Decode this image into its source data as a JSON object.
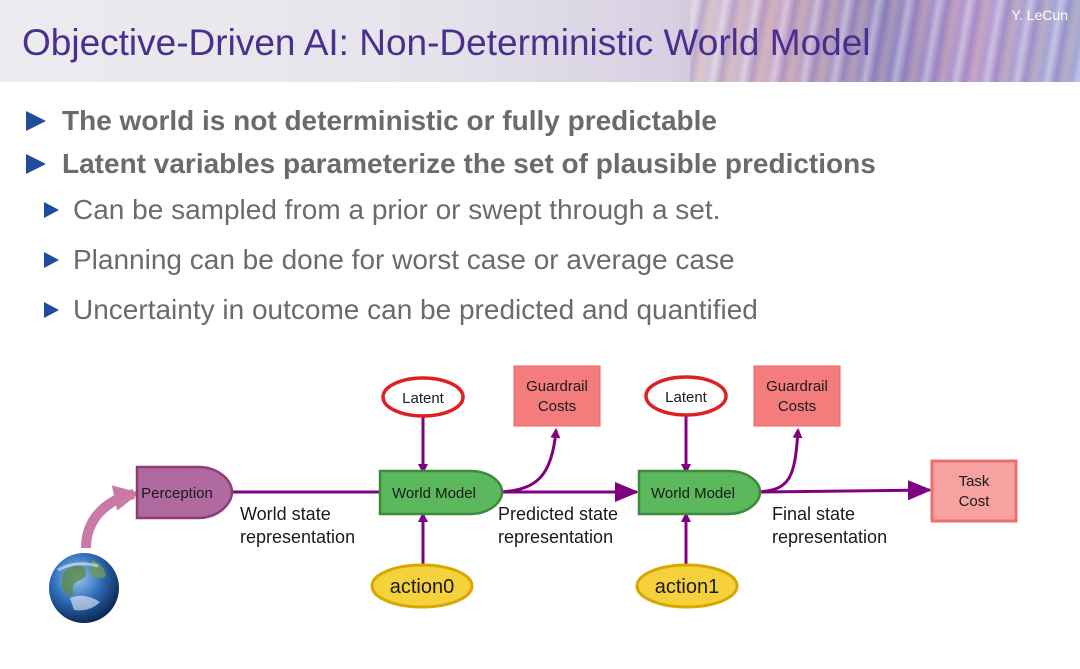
{
  "header": {
    "title": "Objective-Driven AI: Non-Deterministic World Model",
    "author": "Y. LeCun"
  },
  "bullets": [
    "The world is not deterministic or fully predictable",
    "Latent variables parameterize the set of plausible predictions"
  ],
  "sub_bullets": [
    "Can be sampled from a prior or swept through a set.",
    "Planning can be done for worst case or average case",
    "Uncertainty in outcome can be predicted and quantified"
  ],
  "diagram": {
    "perception": "Perception",
    "world_model_1": "World Model",
    "world_model_2": "World Model",
    "latent_1": "Latent",
    "latent_2": "Latent",
    "action_1": "action0",
    "action_2": "action1",
    "guardrail_1": [
      "Guardrail",
      "Costs"
    ],
    "guardrail_2": [
      "Guardrail",
      "Costs"
    ],
    "task_cost": [
      "Task",
      "Cost"
    ],
    "edge_labels": {
      "world_state": [
        "World state",
        "representation"
      ],
      "predicted_state": [
        "Predicted state",
        "representation"
      ],
      "final_state": [
        "Final state",
        "representation"
      ]
    },
    "colors": {
      "arrow": "#800080",
      "world_model": "#5cb85c",
      "perception": "#b06aa0",
      "latent_border": "#e02020",
      "action_fill": "#f5d23c",
      "guardrail": "#f47c7c",
      "task_cost": "#f7a1a1"
    }
  }
}
